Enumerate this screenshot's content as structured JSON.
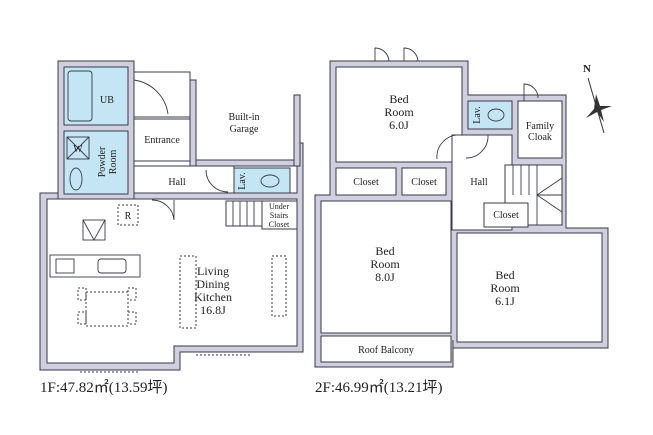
{
  "floor1": {
    "rooms": {
      "ub": "UB",
      "entrance": "Entrance",
      "garage_line1": "Built-in",
      "garage_line2": "Garage",
      "powder_line1": "Powder",
      "powder_line2": "Room",
      "washer": "W",
      "hall": "Hall",
      "lav": "Lav.",
      "refrigerator": "R",
      "under_stairs_line1": "Under",
      "under_stairs_line2": "Stairs",
      "under_stairs_line3": "Closet",
      "ldk_line1": "Living",
      "ldk_line2": "Dining",
      "ldk_line3": "Kitchen",
      "ldk_size": "16.8J"
    },
    "area_caption": "1F:47.82㎡(13.59坪)"
  },
  "floor2": {
    "rooms": {
      "bed1_line1": "Bed",
      "bed1_line2": "Room",
      "bed1_size": "6.0J",
      "lav": "Lav.",
      "cloak_line1": "Family",
      "cloak_line2": "Cloak",
      "closet1": "Closet",
      "closet2": "Closet",
      "hall": "Hall",
      "closet3": "Closet",
      "bed2_line1": "Bed",
      "bed2_line2": "Room",
      "bed2_size": "8.0J",
      "bed3_line1": "Bed",
      "bed3_line2": "Room",
      "bed3_size": "6.1J",
      "balcony": "Roof Balcony"
    },
    "area_caption": "2F:46.99㎡(13.21坪)"
  },
  "compass": {
    "north": "N"
  },
  "colors": {
    "wall": "#cfcfe0",
    "wet_area": "#c4e6f4"
  }
}
